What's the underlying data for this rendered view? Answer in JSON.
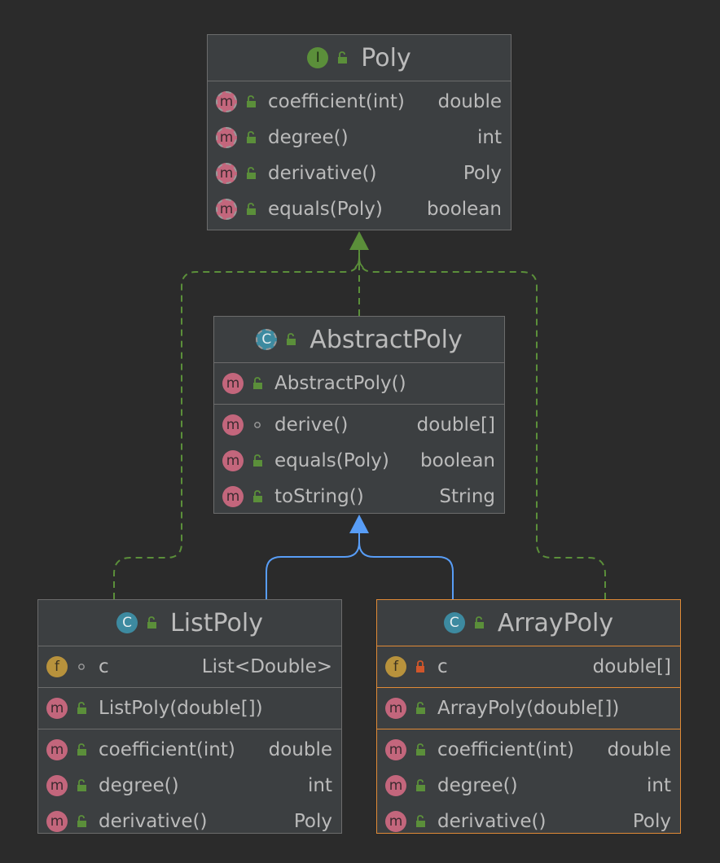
{
  "colors": {
    "background": "#2b2b2b",
    "box_fill": "#3c3f41",
    "box_border": "#6c6c6c",
    "selected_border": "#e08a36",
    "implements_edge": "#5b8f3a",
    "extends_edge": "#589df6",
    "method_badge": "#c3667c",
    "field_badge": "#b8923c",
    "class_badge": "#3d8aa0",
    "interface_badge": "#5b8f3a"
  },
  "classes": {
    "poly": {
      "kind_letter": "I",
      "kind_icon": "interface-icon",
      "name": "Poly",
      "methods": [
        {
          "badge": "m",
          "name": "coefficient(int)",
          "type": "double"
        },
        {
          "badge": "m",
          "name": "degree()",
          "type": "int"
        },
        {
          "badge": "m",
          "name": "derivative()",
          "type": "Poly"
        },
        {
          "badge": "m",
          "name": "equals(Poly)",
          "type": "boolean"
        }
      ]
    },
    "abstract_poly": {
      "kind_letter": "C",
      "kind_icon": "abstract-class-icon",
      "name": "AbstractPoly",
      "constructors": [
        {
          "badge": "m",
          "name": "AbstractPoly()",
          "type": ""
        }
      ],
      "methods": [
        {
          "badge": "m",
          "name": "derive()",
          "type": "double[]"
        },
        {
          "badge": "m",
          "name": "equals(Poly)",
          "type": "boolean"
        },
        {
          "badge": "m",
          "name": "toString()",
          "type": "String"
        }
      ]
    },
    "list_poly": {
      "kind_letter": "C",
      "kind_icon": "class-icon",
      "name": "ListPoly",
      "fields": [
        {
          "badge": "f",
          "name": "c",
          "type": "List<Double>"
        }
      ],
      "constructors": [
        {
          "badge": "m",
          "name": "ListPoly(double[])",
          "type": ""
        }
      ],
      "methods": [
        {
          "badge": "m",
          "name": "coefficient(int)",
          "type": "double"
        },
        {
          "badge": "m",
          "name": "degree()",
          "type": "int"
        },
        {
          "badge": "m",
          "name": "derivative()",
          "type": "Poly"
        }
      ]
    },
    "array_poly": {
      "kind_letter": "C",
      "kind_icon": "class-icon",
      "name": "ArrayPoly",
      "fields": [
        {
          "badge": "f",
          "name": "c",
          "type": "double[]"
        }
      ],
      "constructors": [
        {
          "badge": "m",
          "name": "ArrayPoly(double[])",
          "type": ""
        }
      ],
      "methods": [
        {
          "badge": "m",
          "name": "coefficient(int)",
          "type": "double"
        },
        {
          "badge": "m",
          "name": "degree()",
          "type": "int"
        },
        {
          "badge": "m",
          "name": "derivative()",
          "type": "Poly"
        }
      ]
    }
  }
}
